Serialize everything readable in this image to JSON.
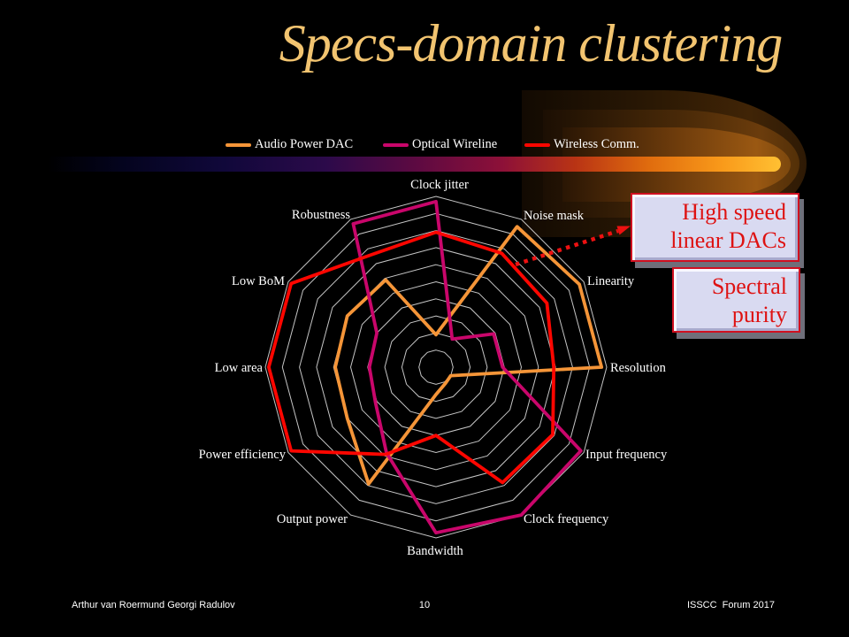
{
  "slide": {
    "title": "Specs-domain clustering",
    "footer": {
      "authors": "Arthur van Roermund Georgi Radulov",
      "page_number": "10",
      "event": "ISSCC  Forum 2017"
    }
  },
  "colors": {
    "bg": "#000000",
    "title-gold": "#F2C470",
    "text-white": "#FFFFFF",
    "grid": "#E9E9E9",
    "arrow-red": "#ED1111",
    "callout-red": "#DE1212",
    "callout-bg": "#D9DAF1",
    "callout-border": "#D01020"
  },
  "legend": [
    {
      "label": "Audio Power DAC",
      "color": "#F59538"
    },
    {
      "label": "Optical Wireline",
      "color": "#C9066B"
    },
    {
      "label": "Wireless Comm.",
      "color": "#FF0600"
    }
  ],
  "callouts": [
    {
      "lines": [
        "High speed",
        "linear DACs"
      ]
    },
    {
      "lines": [
        "Spectral",
        "purity"
      ]
    }
  ],
  "chart_data": {
    "type": "radar",
    "title": "Specs-domain clustering",
    "categories": [
      "Clock jitter",
      "Noise mask",
      "Linearity",
      "Resolution",
      "Input frequency",
      "Clock frequency",
      "Bandwidth",
      "Output power",
      "Power efficiency",
      "Low area",
      "Low BoM",
      "Robustness"
    ],
    "rings": 10,
    "scale_min": 0,
    "scale_max": 1,
    "grid": true,
    "legend_position": "top",
    "series": [
      {
        "name": "Audio Power DAC",
        "color": "#F59538",
        "values": [
          0.19,
          0.95,
          0.97,
          0.97,
          0.1,
          0.11,
          0.16,
          0.79,
          0.6,
          0.59,
          0.6,
          0.59
        ]
      },
      {
        "name": "Optical Wireline",
        "color": "#C9066B",
        "values": [
          0.97,
          0.19,
          0.39,
          0.39,
          0.98,
          1.0,
          0.97,
          0.58,
          0.41,
          0.39,
          0.4,
          0.97
        ]
      },
      {
        "name": "Wireless Comm.",
        "color": "#FF0600",
        "values": [
          0.79,
          0.77,
          0.75,
          0.69,
          0.79,
          0.78,
          0.4,
          0.59,
          0.98,
          0.98,
          0.98,
          0.76
        ]
      }
    ]
  }
}
